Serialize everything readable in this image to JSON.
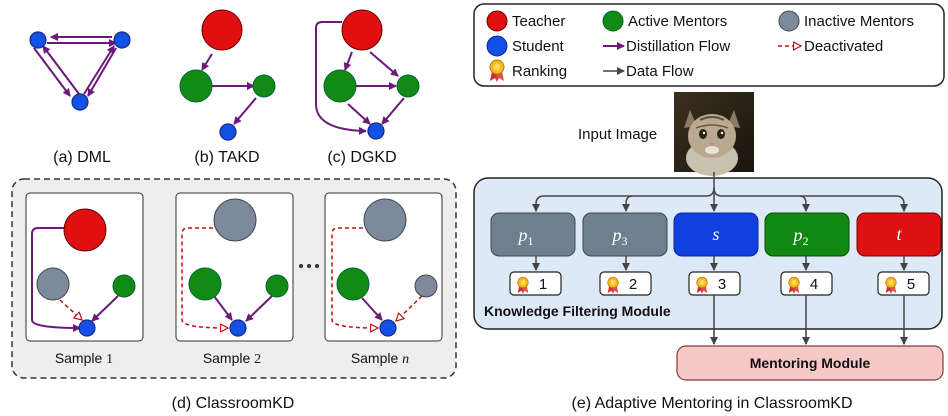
{
  "legend": {
    "teacher": "Teacher",
    "student": "Student",
    "ranking": "Ranking",
    "active_mentors": "Active Mentors",
    "distillation_flow": "Distillation Flow",
    "data_flow": "Data Flow",
    "inactive_mentors": "Inactive Mentors",
    "deactivated": "Deactivated"
  },
  "captions": {
    "a": "(a) DML",
    "b": "(b) TAKD",
    "c": "(c) DGKD",
    "d": "(d) ClassroomKD",
    "e": "(e) Adaptive Mentoring in ClassroomKD"
  },
  "samples": [
    {
      "label": "Sample ",
      "var": "1"
    },
    {
      "label": "Sample ",
      "var": "2"
    },
    {
      "label": "Sample ",
      "var": "n"
    }
  ],
  "input_label": "Input Image",
  "mentors": [
    {
      "sym": "p",
      "sub": "1",
      "color": "#6e7f8e",
      "rank": "1"
    },
    {
      "sym": "p",
      "sub": "3",
      "color": "#6e7f8e",
      "rank": "2"
    },
    {
      "sym": "s",
      "sub": "",
      "color": "#1040e0",
      "rank": "3"
    },
    {
      "sym": "p",
      "sub": "2",
      "color": "#118811",
      "rank": "4"
    },
    {
      "sym": "t",
      "sub": "",
      "color": "#dd1111",
      "rank": "5"
    }
  ],
  "kfm_label": "Knowledge Filtering Module",
  "mentoring_label": "Mentoring Module",
  "colors": {
    "teacher": "#e01010",
    "student": "#1250e6",
    "active": "#138a13",
    "inactive": "#7d8a99",
    "distill": "#6b1a7a",
    "deactivated": "#c01010",
    "panel_bg": "#dde9f7",
    "mentoring_bg": "#f6c8c8"
  }
}
